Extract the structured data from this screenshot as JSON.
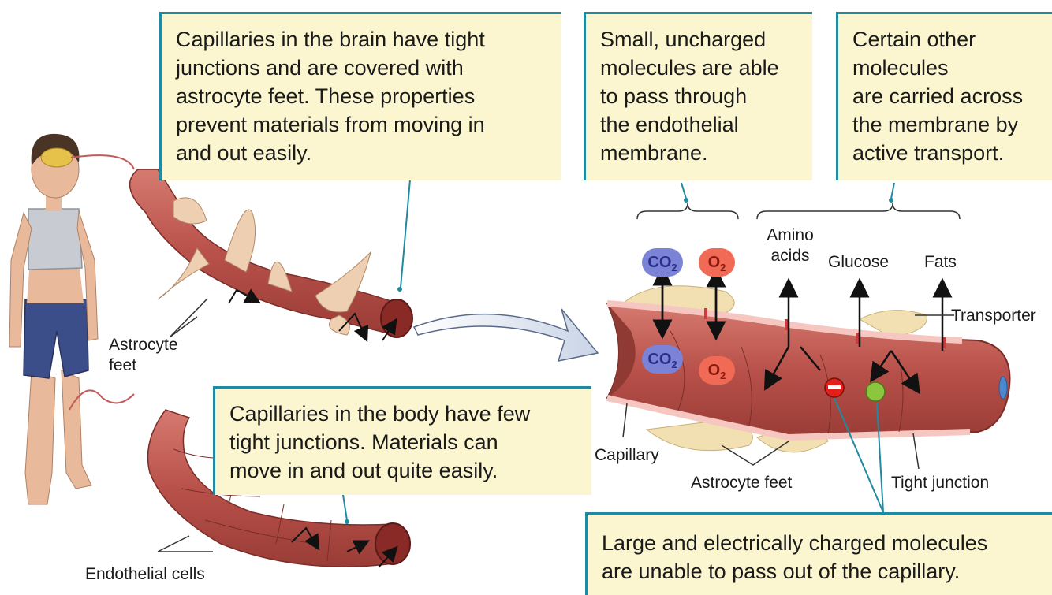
{
  "callouts": {
    "brain_capillaries": "Capillaries in the brain have tight\njunctions and are covered with\nastrocyte feet. These properties\nprevent materials from moving in\nand out easily.",
    "small_molecules": "Small, uncharged\nmolecules are able\nto pass through\nthe endothelial\nmembrane.",
    "other_molecules": "Certain other\nmolecules\nare carried across\nthe membrane by\nactive transport.",
    "body_capillaries": "Capillaries in the body have few\ntight junctions. Materials can\nmove in and out quite easily.",
    "large_molecules": "Large and electrically charged molecules\nare unable to pass out of the capillary."
  },
  "labels": {
    "astrocyte_feet_left": "Astrocyte\nfeet",
    "endothelial_cells": "Endothelial cells",
    "amino_acids": "Amino\nacids",
    "glucose": "Glucose",
    "fats": "Fats",
    "transporter": "Transporter",
    "capillary": "Capillary",
    "astrocyte_feet_right": "Astrocyte feet",
    "tight_junction": "Tight junction"
  },
  "molecules": {
    "co2": "CO",
    "co2_sub": "2",
    "o2": "O",
    "o2_sub": "2"
  },
  "colors": {
    "callout_bg": "#fbf6cf",
    "callout_border": "#1f8aa0",
    "vessel": "#b8514a",
    "co2": "#7b83d6",
    "o2": "#f06a55",
    "charged": "#e0201a",
    "neutral": "#8cc63f"
  }
}
